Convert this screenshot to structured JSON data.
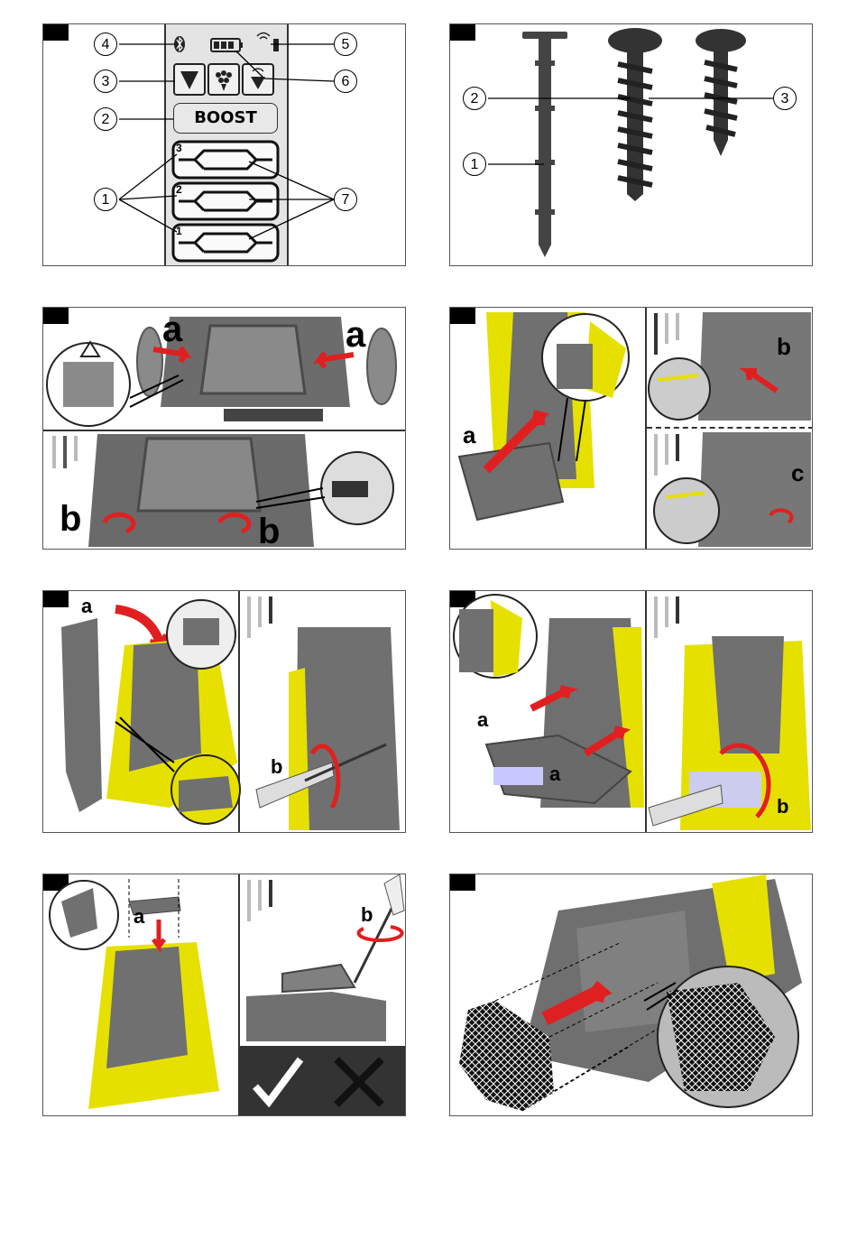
{
  "figure1": {
    "callouts": [
      "4",
      "5",
      "3",
      "6",
      "2",
      "1",
      "7"
    ],
    "boost_label": "BOOST",
    "level_numbers": [
      "3",
      "2",
      "1"
    ]
  },
  "figure2": {
    "callouts": [
      "2",
      "3",
      "1"
    ]
  },
  "figure3": {
    "labels": [
      "a",
      "a",
      "b",
      "b"
    ]
  },
  "figure4": {
    "labels": [
      "a",
      "b",
      "c"
    ]
  },
  "figure5": {
    "labels": [
      "a",
      "b"
    ]
  },
  "figure6": {
    "labels": [
      "a",
      "a",
      "b"
    ]
  },
  "figure7": {
    "labels": [
      "a",
      "b"
    ]
  },
  "colors": {
    "machine_yellow": "#e6e000",
    "machine_grey": "#707070",
    "arrow_red": "#e02020"
  }
}
